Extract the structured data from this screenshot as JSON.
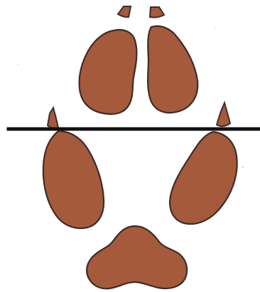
{
  "diagram": {
    "colors": {
      "background": "#ffffff",
      "pad_fill": "#a55a3b",
      "pad_outline": "#3b2d2a",
      "claw_fill": "#a55a3b",
      "claw_outline": "#3b2d2a",
      "divider": "#111111"
    },
    "elements": {
      "top_claws": 2,
      "top_toe_pads": 2,
      "side_claws": 2,
      "side_toe_pads": 2,
      "heel_pad": 1,
      "divider_line": "dotted"
    }
  }
}
